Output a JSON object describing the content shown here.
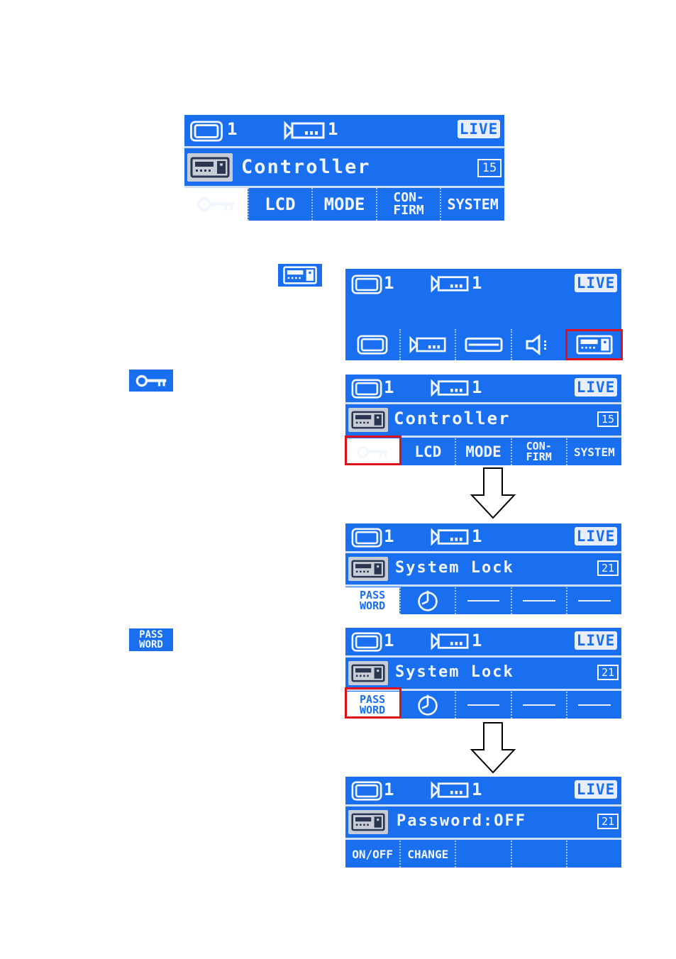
{
  "colors": {
    "lcd_blue": "#1a6ff0",
    "highlight": "#e0101a"
  },
  "status": {
    "monitor_num": "1",
    "camera_num": "1",
    "live": "LIVE"
  },
  "screen1": {
    "title": "Controller",
    "badge": "15",
    "softkeys": [
      {
        "icon": "key-icon"
      },
      {
        "label": "LCD"
      },
      {
        "label": "MODE"
      },
      {
        "label_top": "CON-",
        "label_bottom": "FIRM"
      },
      {
        "label": "SYSTEM"
      }
    ]
  },
  "screen2": {
    "softkeys": [
      {
        "icon": "monitor-icon"
      },
      {
        "icon": "camera-icon"
      },
      {
        "icon": "dvr-icon"
      },
      {
        "icon": "speaker-icon"
      },
      {
        "icon": "controller-icon",
        "selected": true
      }
    ]
  },
  "screen3": {
    "title": "Controller",
    "badge": "15"
  },
  "screen4": {
    "title": "System Lock",
    "badge": "21",
    "softkeys": [
      {
        "label_top": "PASS",
        "label_bottom": "WORD"
      },
      {
        "icon": "timer-icon"
      },
      {
        "icon": "dash"
      },
      {
        "icon": "dash"
      },
      {
        "icon": "dash"
      }
    ]
  },
  "screen5": {
    "title": "System Lock",
    "badge": "21"
  },
  "screen6": {
    "title": "Password:OFF",
    "badge": "21",
    "softkeys": [
      {
        "label": "ON/OFF"
      },
      {
        "label": "CHANGE"
      },
      {
        "label": ""
      },
      {
        "label": ""
      },
      {
        "label": ""
      }
    ]
  },
  "side_icons": [
    {
      "icon": "controller-icon"
    },
    {
      "icon": "key-icon"
    },
    {
      "label_top": "PASS",
      "label_bottom": "WORD"
    }
  ]
}
